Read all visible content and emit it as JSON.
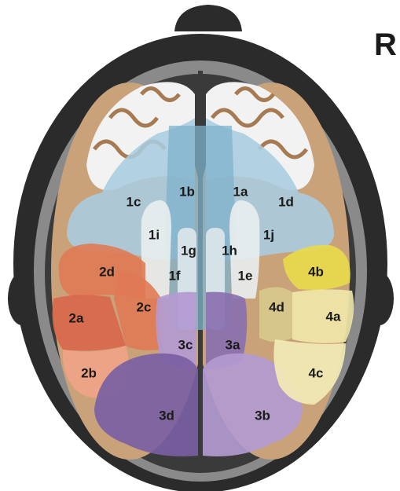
{
  "orientation_marker": "R",
  "colors": {
    "skull_outer": "#2b2b2b",
    "skull_inner": "#8a8a8a",
    "cortex": "#c9a27a",
    "white_matter": "#f2f2f2",
    "region_1": "#a9cde0",
    "region_1_dark": "#7fb1cc",
    "region_2": "#e07a55",
    "region_2_light": "#f0a387",
    "region_3": "#8a70b0",
    "region_3_light": "#b39ad0",
    "region_4": "#e8d94a",
    "region_4_light": "#f0e6a8",
    "midline": "#9fb0b8"
  },
  "regions": [
    {
      "id": "1a",
      "label": "1a",
      "group": "1"
    },
    {
      "id": "1b",
      "label": "1b",
      "group": "1"
    },
    {
      "id": "1c",
      "label": "1c",
      "group": "1"
    },
    {
      "id": "1d",
      "label": "1d",
      "group": "1"
    },
    {
      "id": "1e",
      "label": "1e",
      "group": "1"
    },
    {
      "id": "1f",
      "label": "1f",
      "group": "1"
    },
    {
      "id": "1g",
      "label": "1g",
      "group": "1"
    },
    {
      "id": "1h",
      "label": "1h",
      "group": "1"
    },
    {
      "id": "1i",
      "label": "1i",
      "group": "1"
    },
    {
      "id": "1j",
      "label": "1j",
      "group": "1"
    },
    {
      "id": "2a",
      "label": "2a",
      "group": "2"
    },
    {
      "id": "2b",
      "label": "2b",
      "group": "2"
    },
    {
      "id": "2c",
      "label": "2c",
      "group": "2"
    },
    {
      "id": "2d",
      "label": "2d",
      "group": "2"
    },
    {
      "id": "3a",
      "label": "3a",
      "group": "3"
    },
    {
      "id": "3b",
      "label": "3b",
      "group": "3"
    },
    {
      "id": "3c",
      "label": "3c",
      "group": "3"
    },
    {
      "id": "3d",
      "label": "3d",
      "group": "3"
    },
    {
      "id": "4a",
      "label": "4a",
      "group": "4"
    },
    {
      "id": "4b",
      "label": "4b",
      "group": "4"
    },
    {
      "id": "4c",
      "label": "4c",
      "group": "4"
    },
    {
      "id": "4d",
      "label": "4d",
      "group": "4"
    }
  ]
}
